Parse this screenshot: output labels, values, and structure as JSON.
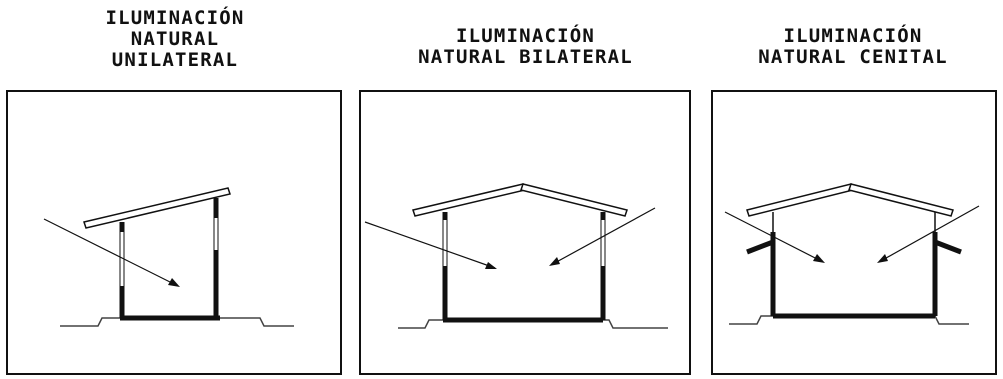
{
  "panels": [
    {
      "title_lines": [
        "ILUMINACIÓN",
        "NATURAL",
        "UNILATERAL"
      ]
    },
    {
      "title_lines": [
        "ILUMINACIÓN",
        "NATURAL BILATERAL"
      ]
    },
    {
      "title_lines": [
        "ILUMINACIÓN",
        "NATURAL CENITAL"
      ]
    }
  ],
  "colors": {
    "ink": "#111111",
    "ground": "#444444",
    "background": "#ffffff"
  }
}
